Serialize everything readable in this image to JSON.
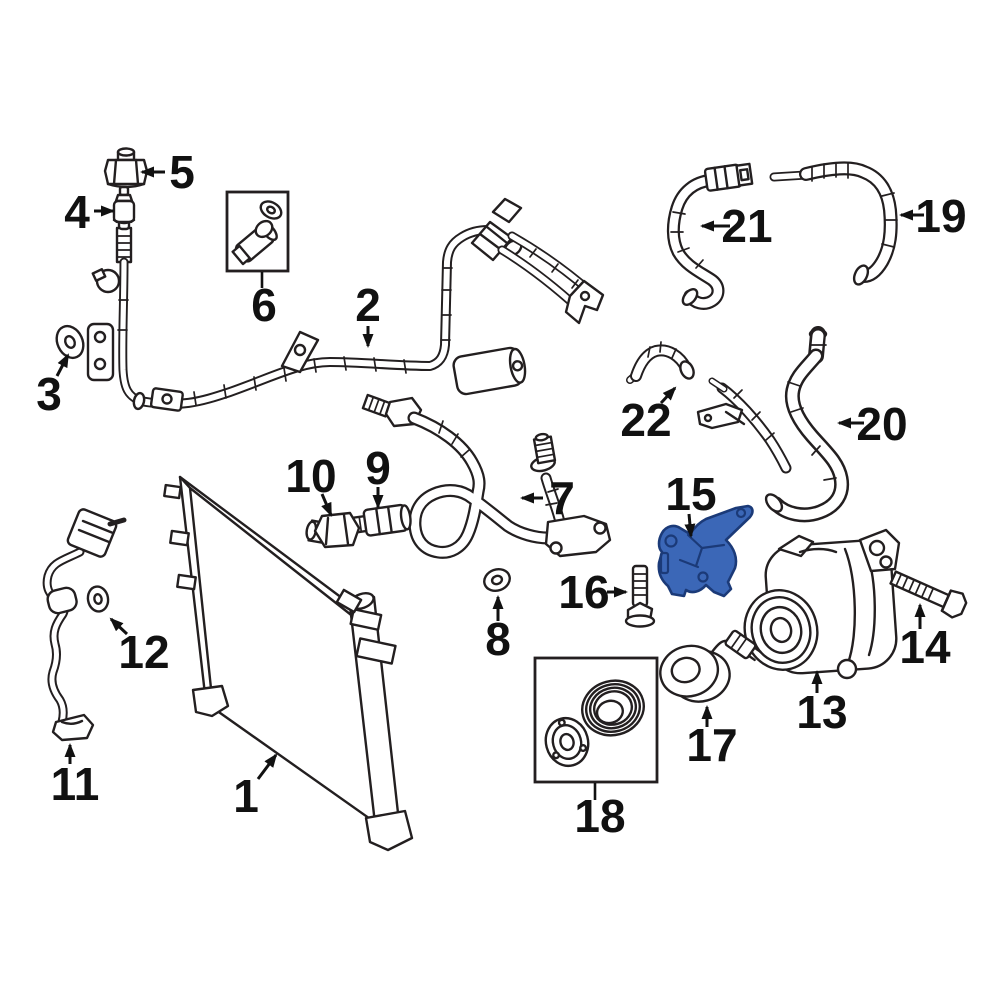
{
  "diagram": {
    "background_color": "#ffffff",
    "line_color": "#231f20",
    "label_color": "#111111",
    "highlight": {
      "callout": "15",
      "fill": "#3b67b7",
      "stroke": "#1b3a78"
    },
    "callouts": [
      {
        "number": "1",
        "part": "ac-condenser"
      },
      {
        "number": "2",
        "part": "ac-line-assembly"
      },
      {
        "number": "3",
        "part": "grommet-seal"
      },
      {
        "number": "4",
        "part": "valve-core"
      },
      {
        "number": "5",
        "part": "valve-cap"
      },
      {
        "number": "6",
        "part": "pressure-switch-kit",
        "boxed": true
      },
      {
        "number": "7",
        "part": "ac-hose-assembly"
      },
      {
        "number": "8",
        "part": "o-ring-seal"
      },
      {
        "number": "9",
        "part": "service-valve-fitting"
      },
      {
        "number": "10",
        "part": "sealing-cap-nut"
      },
      {
        "number": "11",
        "part": "ac-pipe"
      },
      {
        "number": "12",
        "part": "seal-washer"
      },
      {
        "number": "13",
        "part": "ac-compressor"
      },
      {
        "number": "14",
        "part": "compressor-mounting-bolt"
      },
      {
        "number": "15",
        "part": "compressor-bracket",
        "highlighted": true
      },
      {
        "number": "16",
        "part": "bracket-bolt"
      },
      {
        "number": "17",
        "part": "clutch-coil"
      },
      {
        "number": "18",
        "part": "clutch-pulley-kit",
        "boxed": true
      },
      {
        "number": "19",
        "part": "hose"
      },
      {
        "number": "20",
        "part": "hose"
      },
      {
        "number": "21",
        "part": "hose"
      },
      {
        "number": "22",
        "part": "connector-hose"
      }
    ]
  }
}
